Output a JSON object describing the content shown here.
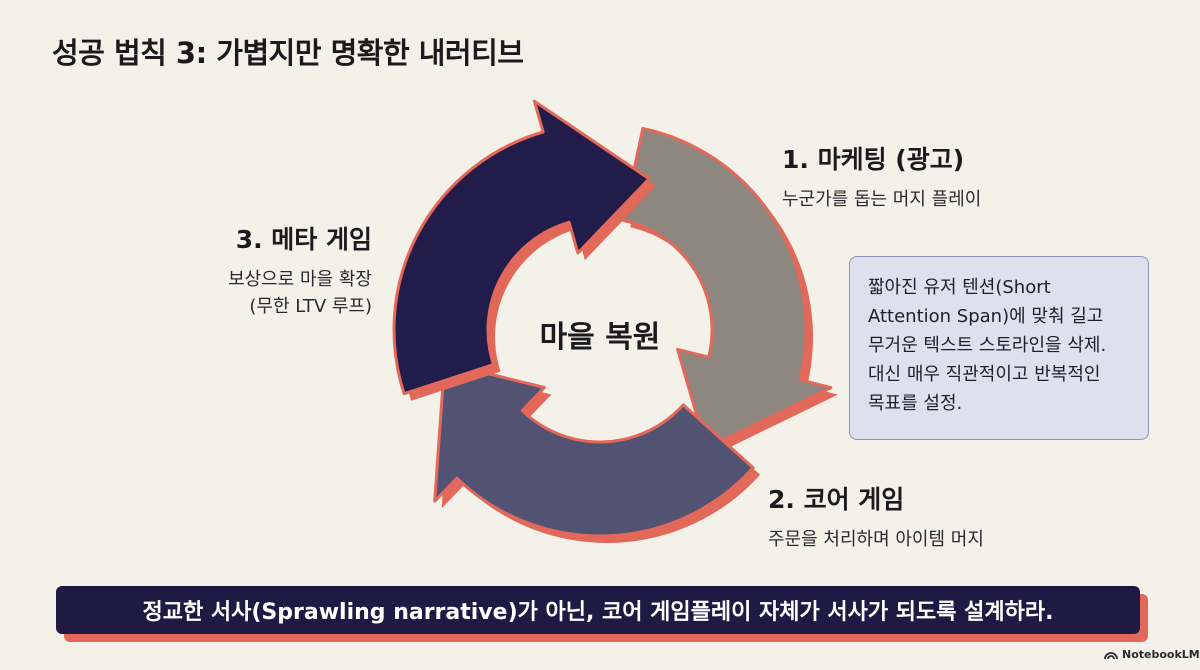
{
  "title": "성공 법칙 3: 가볍지만 명확한 내러티브",
  "center": "마을 복원",
  "steps": [
    {
      "head": "1. 마케팅 (광고)",
      "desc": [
        "누군가를 돕는 머지 플레이"
      ],
      "color": "#8e8780"
    },
    {
      "head": "2. 코어 게임",
      "desc": [
        "주문을 처리하며 아이템 머지"
      ],
      "color": "#525272"
    },
    {
      "head": "3. 메타 게임",
      "desc": [
        "보상으로 마을 확장",
        "(무한 LTV 루프)"
      ],
      "color": "#221c4a"
    }
  ],
  "note": [
    "짧아진 유저 텐션(Short",
    "Attention Span)에 맞춰 길고",
    "무거운 텍스트 스토라인을 삭제.",
    "대신 매우 직관적이고 반복적인",
    "목표를 설정."
  ],
  "banner": "정교한 서사(Sprawling narrative)가 아닌, 코어 게임플레이 자체가 서사가 되도록 설계하라.",
  "logo": "NotebookLM",
  "colors": {
    "outline": "#e2685a",
    "background": "#f3f1e8",
    "banner": "#1f1a44"
  }
}
